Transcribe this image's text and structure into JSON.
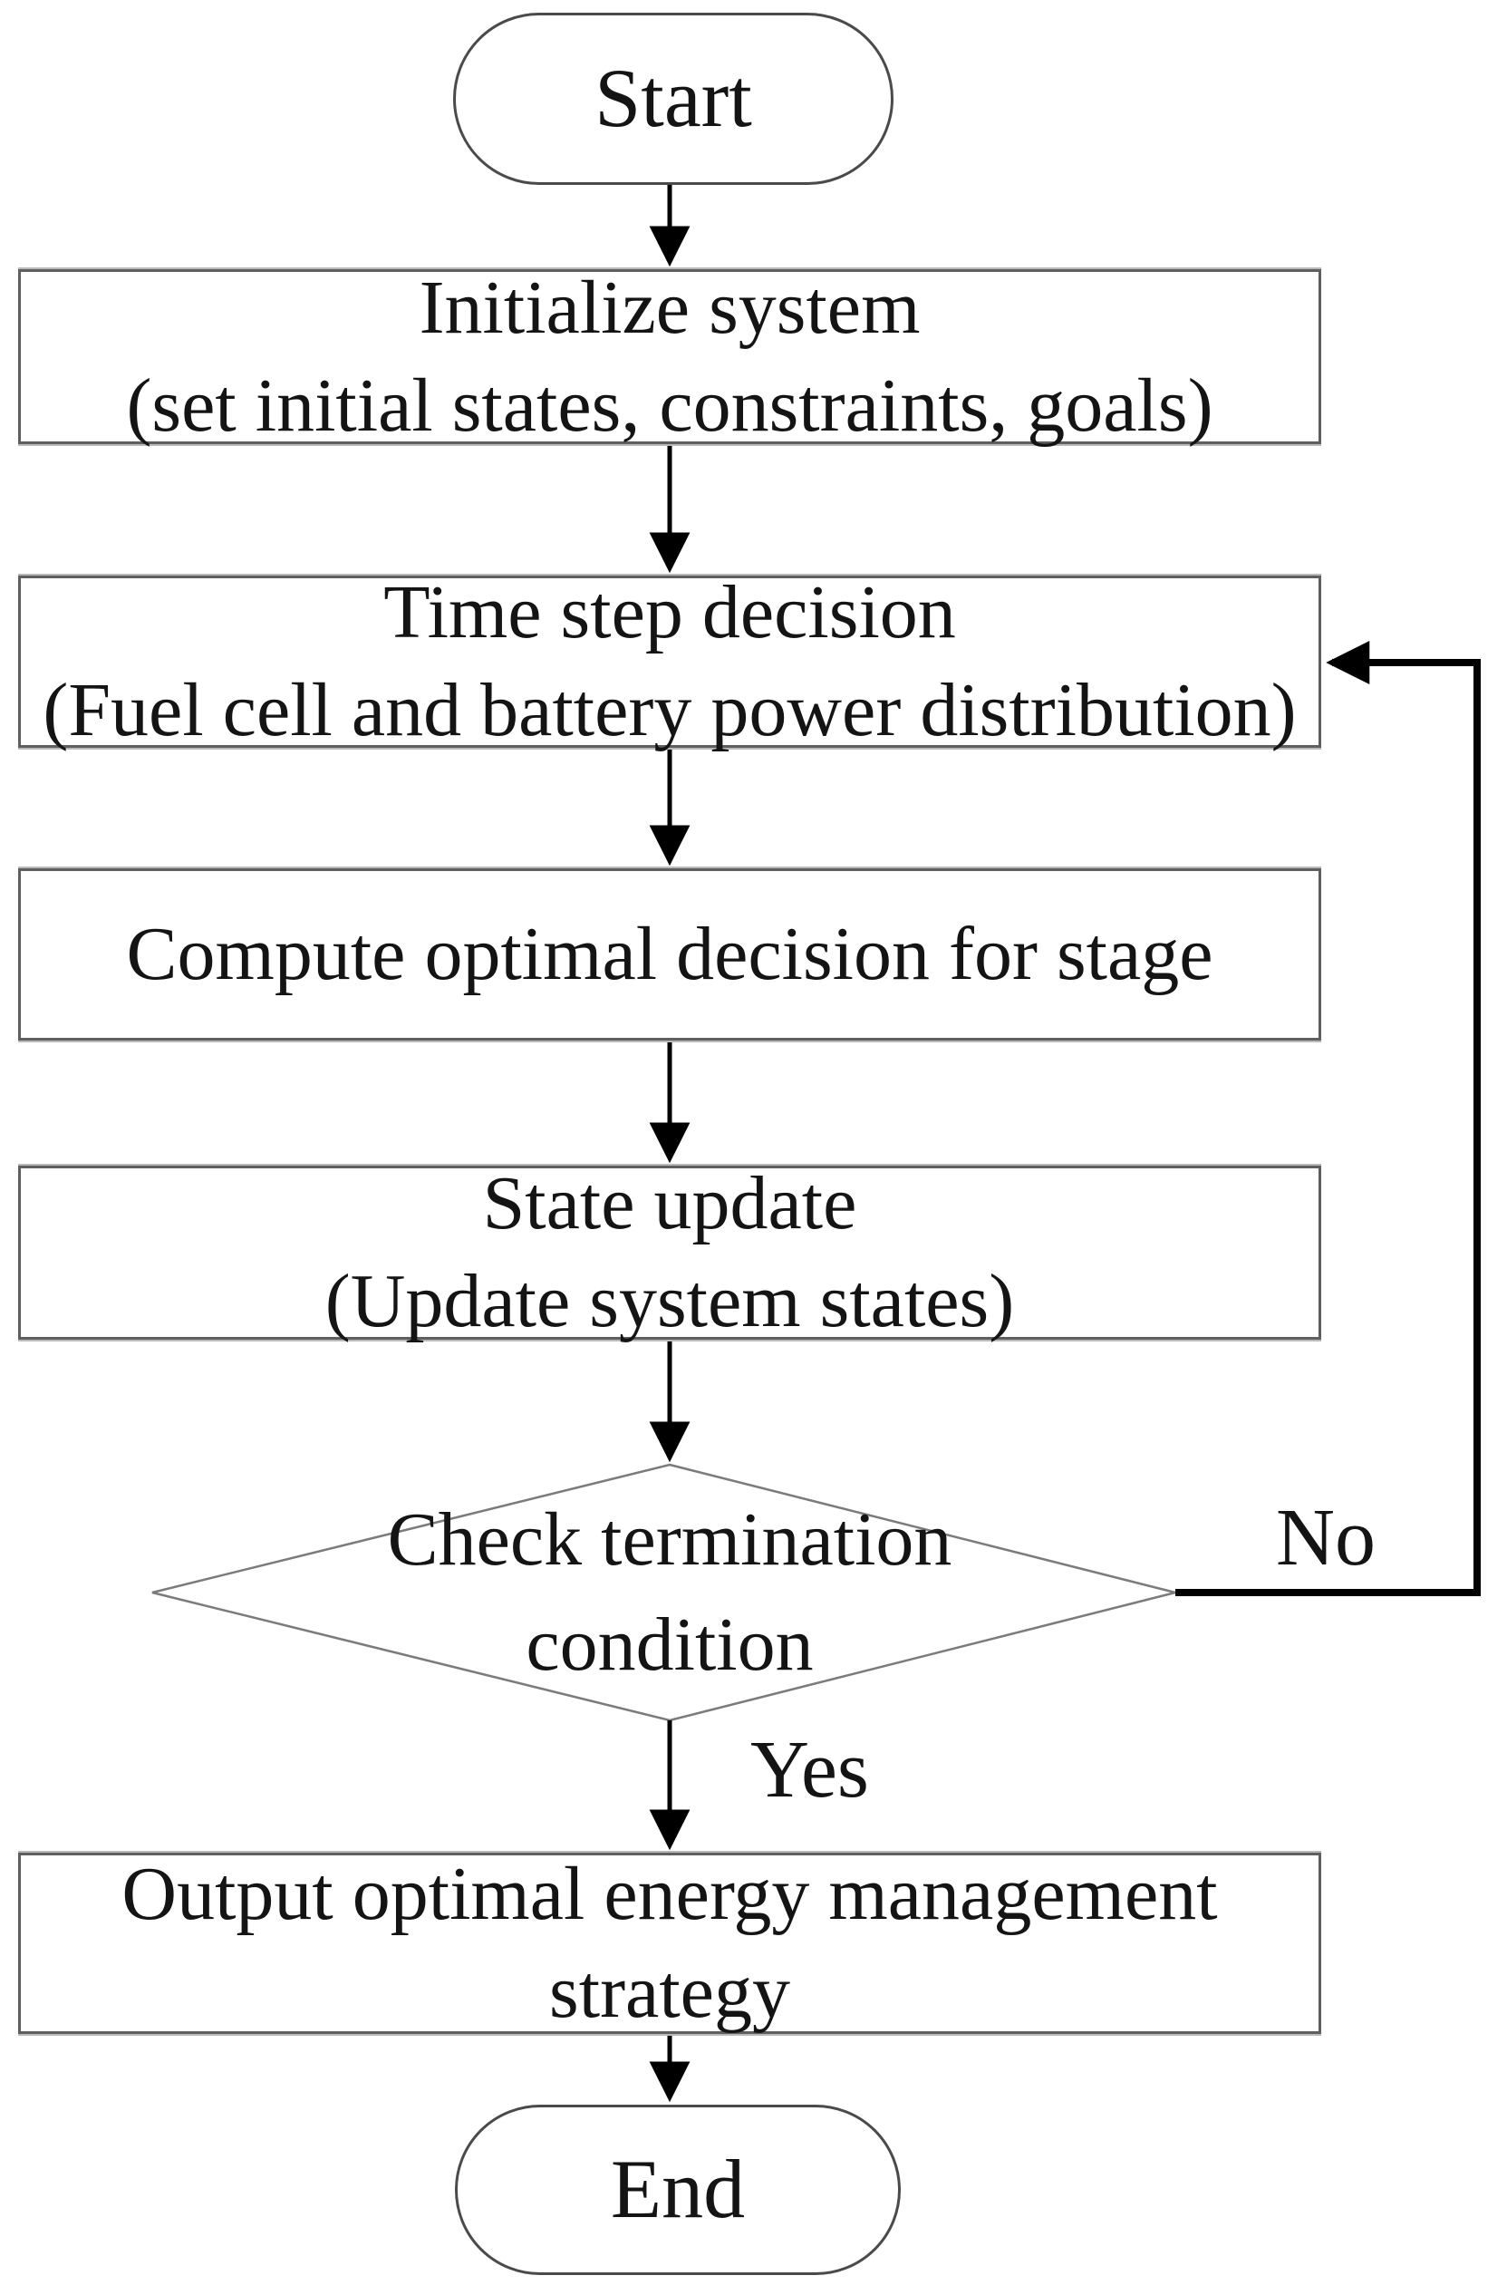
{
  "diagram": {
    "type": "flowchart",
    "nodes": {
      "start": {
        "label": "Start"
      },
      "initialize": {
        "lines": [
          "Initialize system",
          "(set initial states, constraints, goals)"
        ]
      },
      "timestep": {
        "lines": [
          "Time step decision",
          "(Fuel cell and battery power distribution)"
        ]
      },
      "compute": {
        "lines": [
          "Compute optimal decision for stage"
        ]
      },
      "state_update": {
        "lines": [
          "State update",
          "(Update system states)"
        ]
      },
      "check": {
        "lines": [
          "Check termination",
          "condition"
        ]
      },
      "output": {
        "lines": [
          "Output optimal energy management",
          "strategy"
        ]
      },
      "end": {
        "label": "End"
      }
    },
    "edge_labels": {
      "no": "No",
      "yes": "Yes"
    },
    "colors": {
      "background": "#ffffff",
      "line": "#000000",
      "box_border": "#5f5f5f",
      "diamond_border": "#7b7b7b",
      "text": "#141414"
    }
  }
}
